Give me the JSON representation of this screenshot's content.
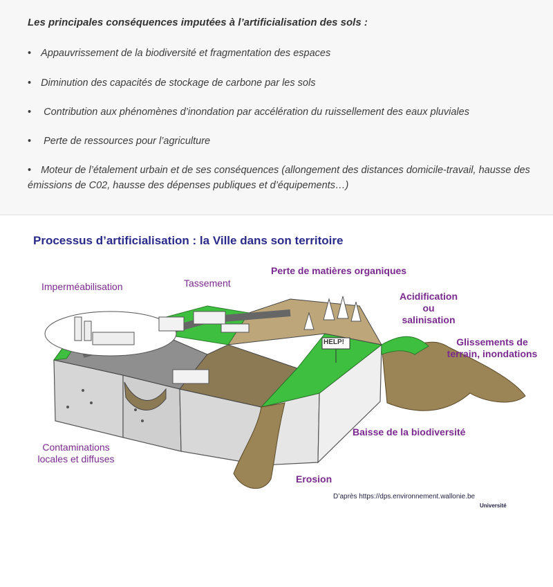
{
  "heading": "Les principales conséquences imputées à l’artificialisation des sols :",
  "bullets": [
    "Appauvrissement de la biodiversité et fragmentation des espaces",
    "Diminution des capacités de stockage de carbone par les sols",
    " Contribution aux phénomènes d’inondation par accélération du ruissellement des eaux pluviales",
    " Perte de ressources pour l’agriculture",
    "Moteur de l’étalement urbain et de ses conséquences (allongement des distances domicile-travail, hausse des",
    "émissions de C02, hausse des dépenses publiques et d’équipements…)"
  ],
  "bullet_glyph": "•",
  "figure": {
    "title": "Processus d’artificialisation : la Ville dans son territoire",
    "labels": {
      "impermeabilisation": "Imperméabilisation",
      "tassement": "Tassement",
      "perte_matieres": "Perte de matières organiques",
      "acidification": "Acidification",
      "ou": "ou",
      "salinisation": "salinisation",
      "glissements_1": "Glissements de",
      "glissements_2": "terrain, inondations",
      "contaminations_1": "Contaminations",
      "contaminations_2": "locales et diffuses",
      "baisse_biodiversite": "Baisse de la biodiversité",
      "erosion": "Erosion"
    },
    "help_sign": "HELP!",
    "source": "D’après https://dps.environnement.wallonie.be",
    "logo_text": "Université"
  },
  "colors": {
    "title_blue": "#2a2a8a",
    "label_purple": "#7a2a8e",
    "grass_green": "#3fbf3f",
    "soil_brown": "#9b8456",
    "block_grey": "#d4d4d4"
  }
}
